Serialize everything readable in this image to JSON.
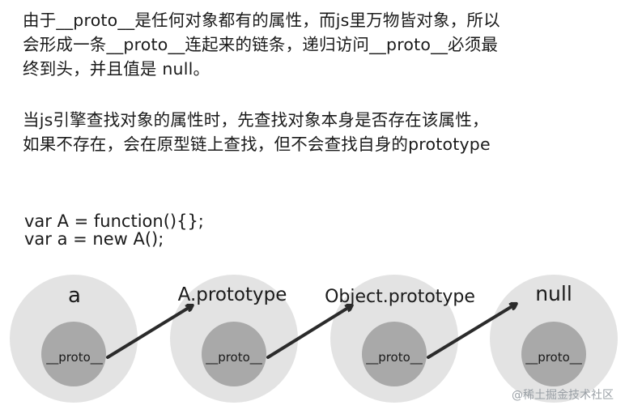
{
  "paragraphs": [
    {
      "lines": [
        "由于__proto__是任何对象都有的属性，而js里万物皆对象，所以",
        "会形成一条__proto__连起来的链条，递归访问__proto__必须最",
        "终到头，并且值是 null。"
      ]
    },
    {
      "lines": [
        "当js引擎查找对象的属性时，先查找对象本身是否存在该属性，",
        "如果不存在，会在原型链上查找，但不会查找自身的prototype"
      ]
    }
  ],
  "code": {
    "lines": [
      "var A = function(){};",
      "var a = new A();"
    ]
  },
  "diagram": {
    "colors": {
      "outer": "#e3e3e3",
      "inner": "#a9a9a9",
      "arrow": "#2b2b2b"
    },
    "nodes": [
      {
        "label": "a",
        "proto": "__proto__"
      },
      {
        "label": "A.prototype",
        "proto": "__proto__"
      },
      {
        "label": "Object.prototype",
        "proto": "__proto__"
      },
      {
        "label": "null",
        "proto": "__proto__"
      }
    ]
  },
  "watermark": "@稀土掘金技术社区"
}
